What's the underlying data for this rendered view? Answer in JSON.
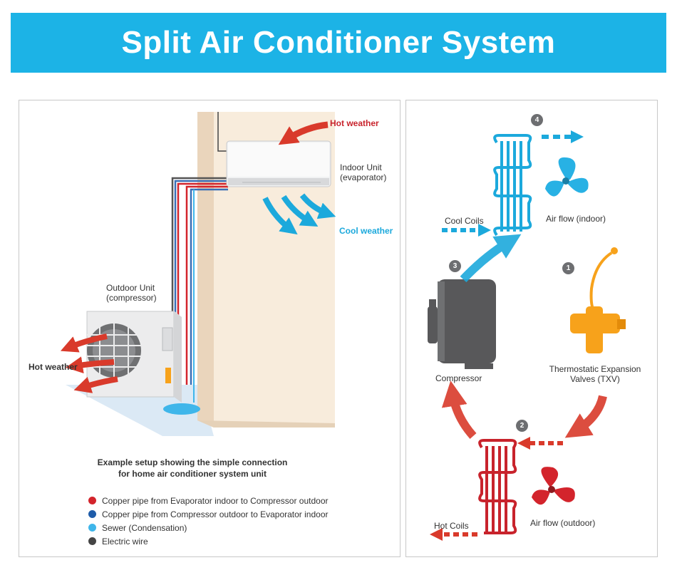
{
  "title": "Split Air Conditioner System",
  "left_panel": {
    "hot_weather_top": "Hot weather",
    "indoor_unit_line1": "Indoor Unit",
    "indoor_unit_line2": "(evaporator)",
    "cool_weather": "Cool weather",
    "outdoor_unit_line1": "Outdoor Unit",
    "outdoor_unit_line2": "(compressor)",
    "hot_weather_left": "Hot weather",
    "caption_line1": "Example setup showing the simple connection",
    "caption_line2": "for home air conditioner system unit",
    "legend": [
      {
        "label": "Copper pipe from Evaporator indoor to Compressor outdoor",
        "color": "#d3242c"
      },
      {
        "label": "Copper pipe from Compressor outdoor to Evaporator indoor",
        "color": "#1f5ca9"
      },
      {
        "label": "Sewer (Condensation)",
        "color": "#3fb6ea"
      },
      {
        "label": "Electric wire",
        "color": "#444444"
      }
    ]
  },
  "right_panel": {
    "steps": [
      "1",
      "2",
      "3",
      "4"
    ],
    "cool_coils": "Cool Coils",
    "air_flow_indoor": "Air flow (indoor)",
    "compressor": "Compressor",
    "txv_line1": "Thermostatic Expansion",
    "txv_line2": "Valves (TXV)",
    "hot_coils": "Hot Coils",
    "air_flow_outdoor": "Air flow (outdoor)"
  },
  "colors": {
    "banner": "#1cb3e6",
    "hot": "#c8232c",
    "cool": "#1ca9dc",
    "wall": "#f7ead8",
    "txv": "#f7a21b",
    "compressor": "#58585a"
  }
}
